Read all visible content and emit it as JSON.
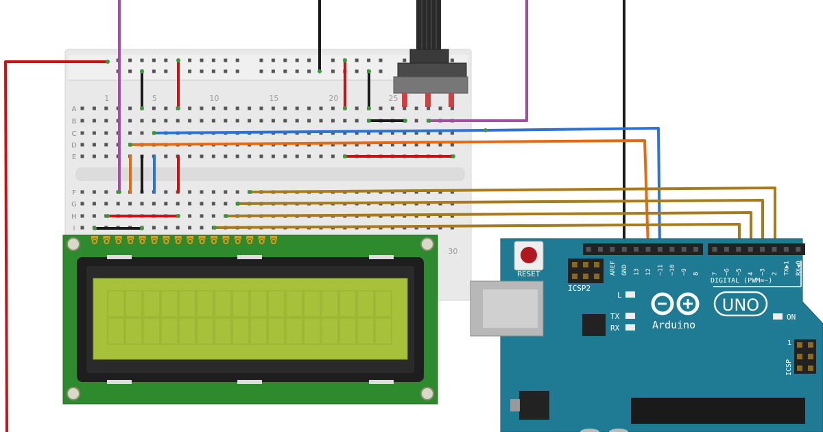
{
  "breadboard": {
    "column_numbers": [
      "1",
      "5",
      "10",
      "15",
      "20",
      "25",
      "30"
    ],
    "row_letters_top": [
      "A",
      "B",
      "C",
      "D",
      "E"
    ],
    "row_letters_bottom": [
      "F",
      "G",
      "H",
      "I"
    ]
  },
  "lcd": {
    "pin_count": 16,
    "columns": 16,
    "rows": 2
  },
  "arduino": {
    "reset_label": "RESET",
    "icsp2_label": "ICSP2",
    "icsp_label": "ICSP",
    "icsp_pin1": "1",
    "logo_text": "Arduino",
    "model_text": "UNO",
    "digital_label": "DIGITAL (PWM=~)",
    "on_label": "ON",
    "led_labels": {
      "l": "L",
      "tx": "TX",
      "rx": "RX"
    },
    "pin_labels": [
      "AREF",
      "GND",
      "13",
      "12",
      "~11",
      "~10",
      "~9",
      "8",
      "7",
      "~6",
      "~5",
      "4",
      "~3",
      "2",
      "TX▶1",
      "RX◀0"
    ]
  },
  "colors": {
    "breadboard": "#e9e9e9",
    "lcd_pcb": "#2d8b2d",
    "lcd_screen": "#a7c23a",
    "arduino_pcb": "#1f7a93",
    "wire_red": "#d01010",
    "wire_black": "#1a1a1a",
    "wire_purple": "#a64ca6",
    "wire_blue": "#2a72d8",
    "wire_orange": "#e86a10",
    "wire_mustard": "#a87a1a"
  }
}
